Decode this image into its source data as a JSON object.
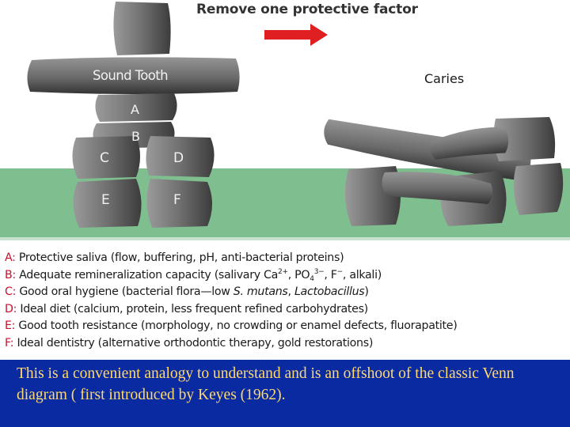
{
  "figure": {
    "title": "Remove one protective factor",
    "sound_label": "Sound Tooth",
    "caries_label": "Caries",
    "stones": [
      {
        "id": "A",
        "label": "A"
      },
      {
        "id": "B",
        "label": "B"
      },
      {
        "id": "C",
        "label": "C"
      },
      {
        "id": "D",
        "label": "D"
      },
      {
        "id": "E",
        "label": "E"
      },
      {
        "id": "F",
        "label": "F"
      }
    ],
    "colors": {
      "arrow": "#e02020",
      "ground": "#7fbf8f",
      "stone": "#6a6a6a",
      "legend_key": "#c8102e"
    }
  },
  "legend": [
    {
      "key": "A:",
      "text": "Protective saliva (flow, buffering, pH, anti-bacterial proteins)"
    },
    {
      "key": "B:",
      "pre": "Adequate remineralization capacity (salivary Ca",
      "sup1": "2+",
      "mid1": ", PO",
      "sub1": "4",
      "sup2": "3−",
      "mid2": ", F",
      "sup3": "−",
      "post": ", alkali)"
    },
    {
      "key": "C:",
      "pre": "Good oral hygiene (bacterial flora—low ",
      "italic1": "S. mutans",
      "mid": ", ",
      "italic2": "Lactobacillus",
      "post": ")"
    },
    {
      "key": "D:",
      "text": "Ideal diet (calcium, protein, less frequent refined carbohydrates)"
    },
    {
      "key": "E:",
      "text": "Good tooth resistance (morphology, no crowding or enamel defects, fluorapatite)"
    },
    {
      "key": "F:",
      "text": "Ideal dentistry (alternative orthodontic therapy, gold restorations)"
    }
  ],
  "caption": {
    "text": "This is a convenient analogy to understand and is an offshoot of the classic Venn diagram ( first introduced by Keyes (1962).",
    "background": "#0a2aa2",
    "color": "#ffd970"
  }
}
